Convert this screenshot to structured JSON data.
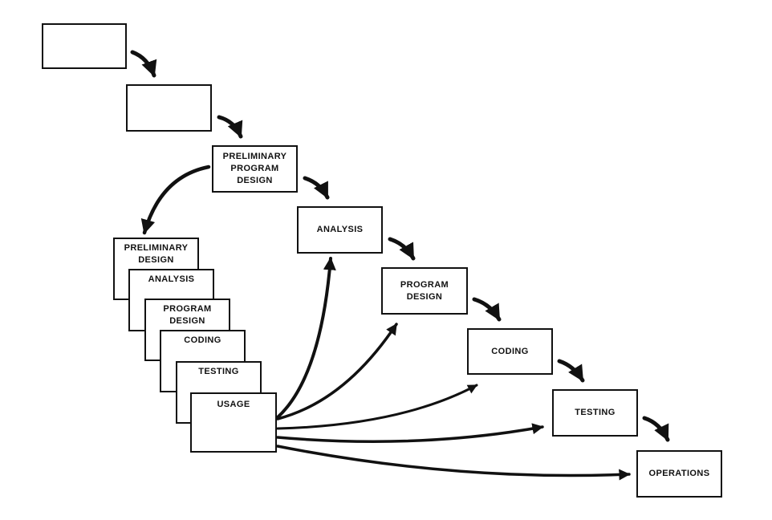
{
  "main_flow": {
    "box1": "",
    "box2": "",
    "preliminary_program_design": "PRELIMINARY\nPROGRAM\nDESIGN",
    "analysis": "ANALYSIS",
    "program_design": "PROGRAM\nDESIGN",
    "coding": "CODING",
    "testing": "TESTING",
    "operations": "OPERATIONS"
  },
  "pilot_stack": {
    "preliminary_design": "PRELIMINARY\nDESIGN",
    "analysis": "ANALYSIS",
    "program_design": "PROGRAM\nDESIGN",
    "coding": "CODING",
    "testing": "TESTING",
    "usage": "USAGE"
  }
}
